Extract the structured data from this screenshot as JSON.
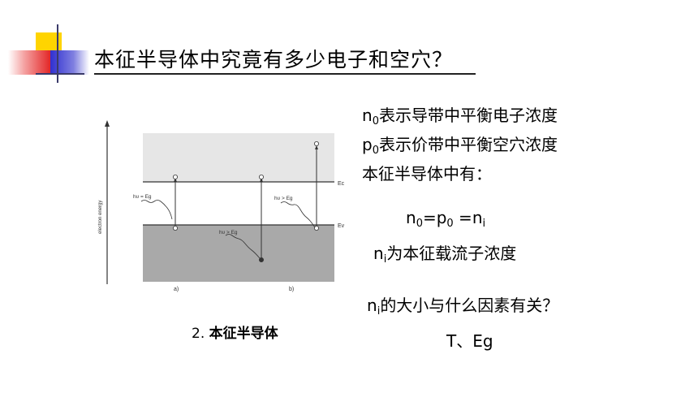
{
  "slide": {
    "title": "本征半导体中究竟有多少电子和空穴？",
    "lines": [
      {
        "base": "n",
        "sub": "0",
        "text": "表示导带中平衡电子浓度"
      },
      {
        "base": "p",
        "sub": "0",
        "text": "表示价带中平衡空穴浓度"
      },
      {
        "text": "本征半导体中有："
      },
      {
        "eq_n": "n",
        "eq_n_sub": "0",
        "eq_mid": "=p",
        "eq_p_sub": "0",
        "eq_end": " =n",
        "eq_i_sub": "i"
      },
      {
        "base": "n",
        "sub": "i",
        "text": "为本征载流子浓度"
      },
      {
        "base": "n",
        "sub": "i",
        "text": "的大小与什么因素有关？"
      },
      {
        "text": "T、Eg"
      }
    ]
  },
  "figure": {
    "y_axis_label": "electron energy",
    "ec_label": "Ec",
    "ev_label": "Ev",
    "photon_labels": [
      "hυ = Eg",
      "hυ > Eg",
      "hυ > Eg"
    ],
    "panel_labels": [
      "a)",
      "b)"
    ],
    "caption_num": "2.",
    "caption_text": "本征半导体",
    "colors": {
      "conduction_band": "#e6e6e6",
      "valence_band": "#a9a9a9"
    }
  }
}
